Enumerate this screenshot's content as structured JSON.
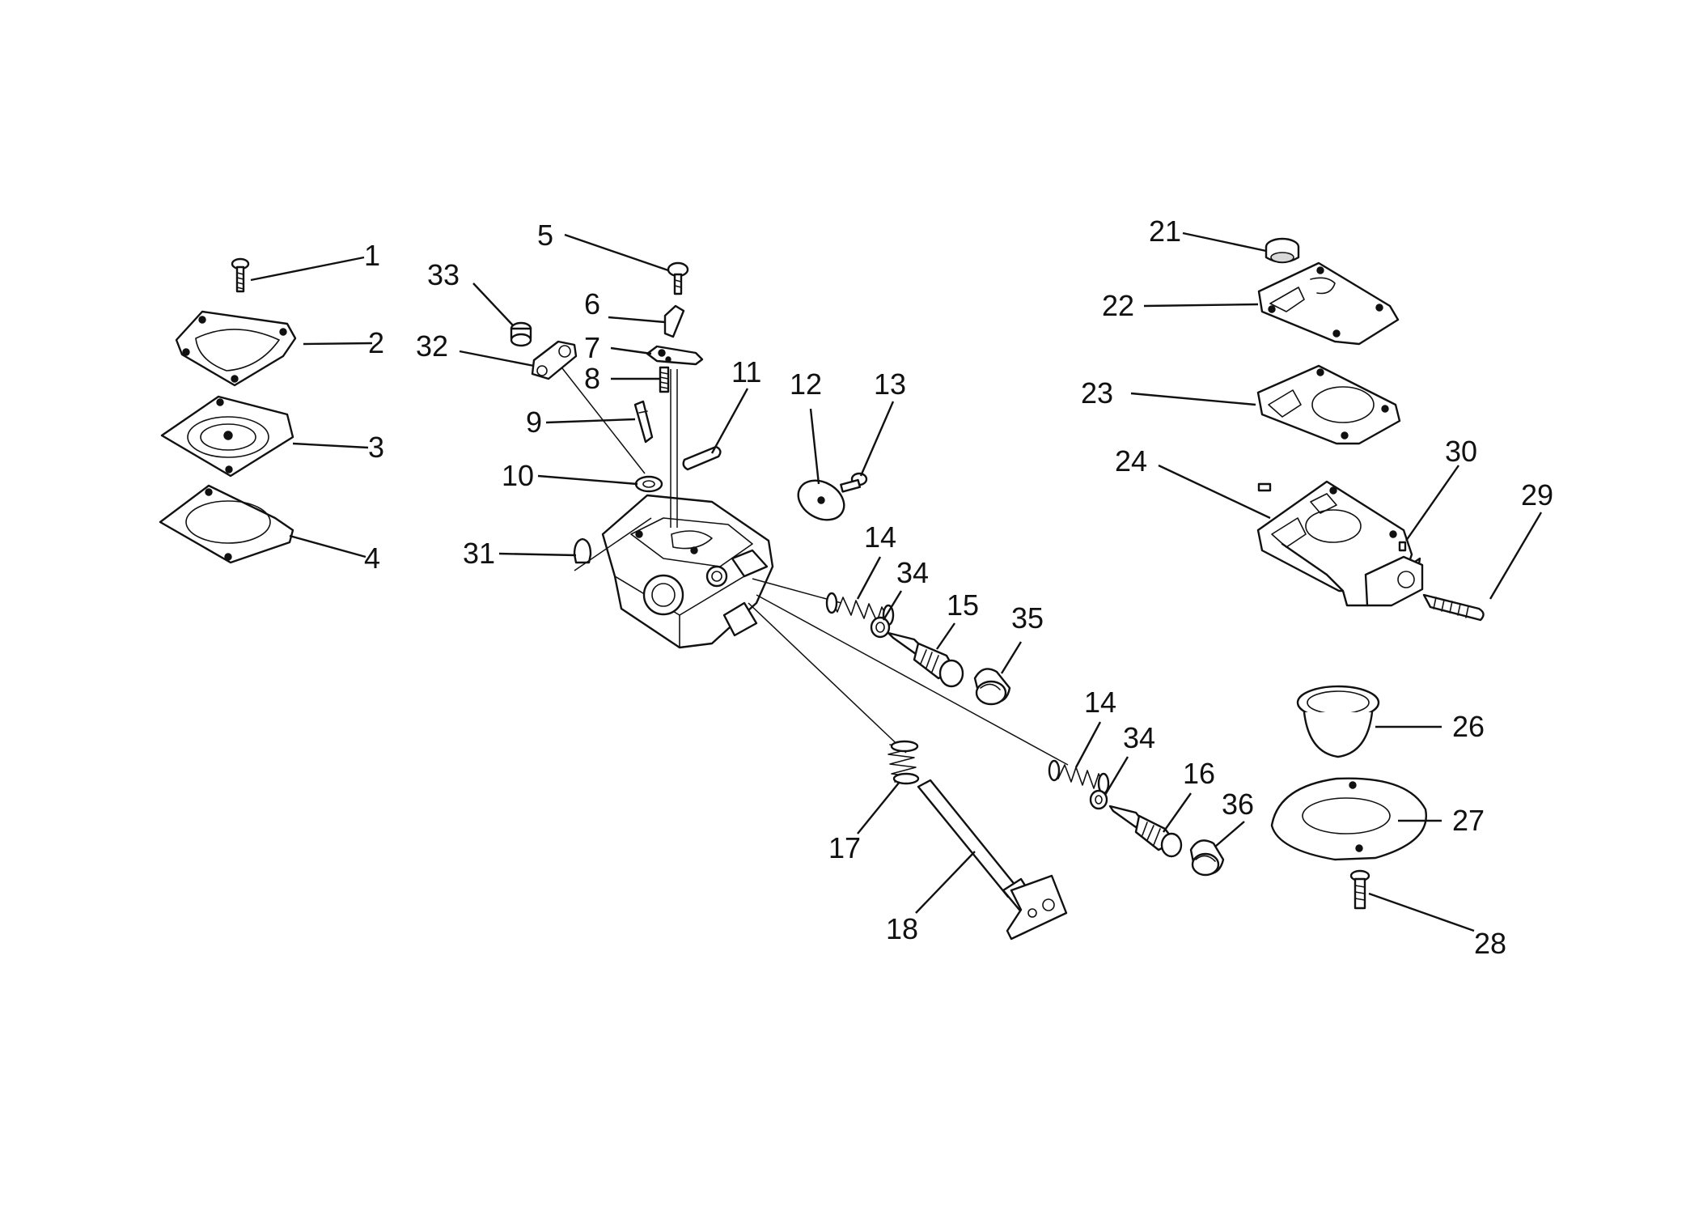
{
  "parts": [
    {
      "id": "label-1",
      "number": "1"
    },
    {
      "id": "label-2",
      "number": "2"
    },
    {
      "id": "label-3",
      "number": "3"
    },
    {
      "id": "label-4",
      "number": "4"
    },
    {
      "id": "label-5",
      "number": "5"
    },
    {
      "id": "label-6",
      "number": "6"
    },
    {
      "id": "label-7",
      "number": "7"
    },
    {
      "id": "label-8",
      "number": "8"
    },
    {
      "id": "label-9",
      "number": "9"
    },
    {
      "id": "label-10",
      "number": "10"
    },
    {
      "id": "label-11",
      "number": "11"
    },
    {
      "id": "label-12",
      "number": "12"
    },
    {
      "id": "label-13",
      "number": "13"
    },
    {
      "id": "label-14a",
      "number": "14"
    },
    {
      "id": "label-14b",
      "number": "14"
    },
    {
      "id": "label-15",
      "number": "15"
    },
    {
      "id": "label-16",
      "number": "16"
    },
    {
      "id": "label-17",
      "number": "17"
    },
    {
      "id": "label-18",
      "number": "18"
    },
    {
      "id": "label-21",
      "number": "21"
    },
    {
      "id": "label-22",
      "number": "22"
    },
    {
      "id": "label-23",
      "number": "23"
    },
    {
      "id": "label-24",
      "number": "24"
    },
    {
      "id": "label-26",
      "number": "26"
    },
    {
      "id": "label-27",
      "number": "27"
    },
    {
      "id": "label-28",
      "number": "28"
    },
    {
      "id": "label-29",
      "number": "29"
    },
    {
      "id": "label-30",
      "number": "30"
    },
    {
      "id": "label-31",
      "number": "31"
    },
    {
      "id": "label-32",
      "number": "32"
    },
    {
      "id": "label-33",
      "number": "33"
    },
    {
      "id": "label-34a",
      "number": "34"
    },
    {
      "id": "label-34b",
      "number": "34"
    },
    {
      "id": "label-35",
      "number": "35"
    },
    {
      "id": "label-36",
      "number": "36"
    }
  ],
  "colors": {
    "ink": "#111111",
    "paper": "#ffffff"
  }
}
